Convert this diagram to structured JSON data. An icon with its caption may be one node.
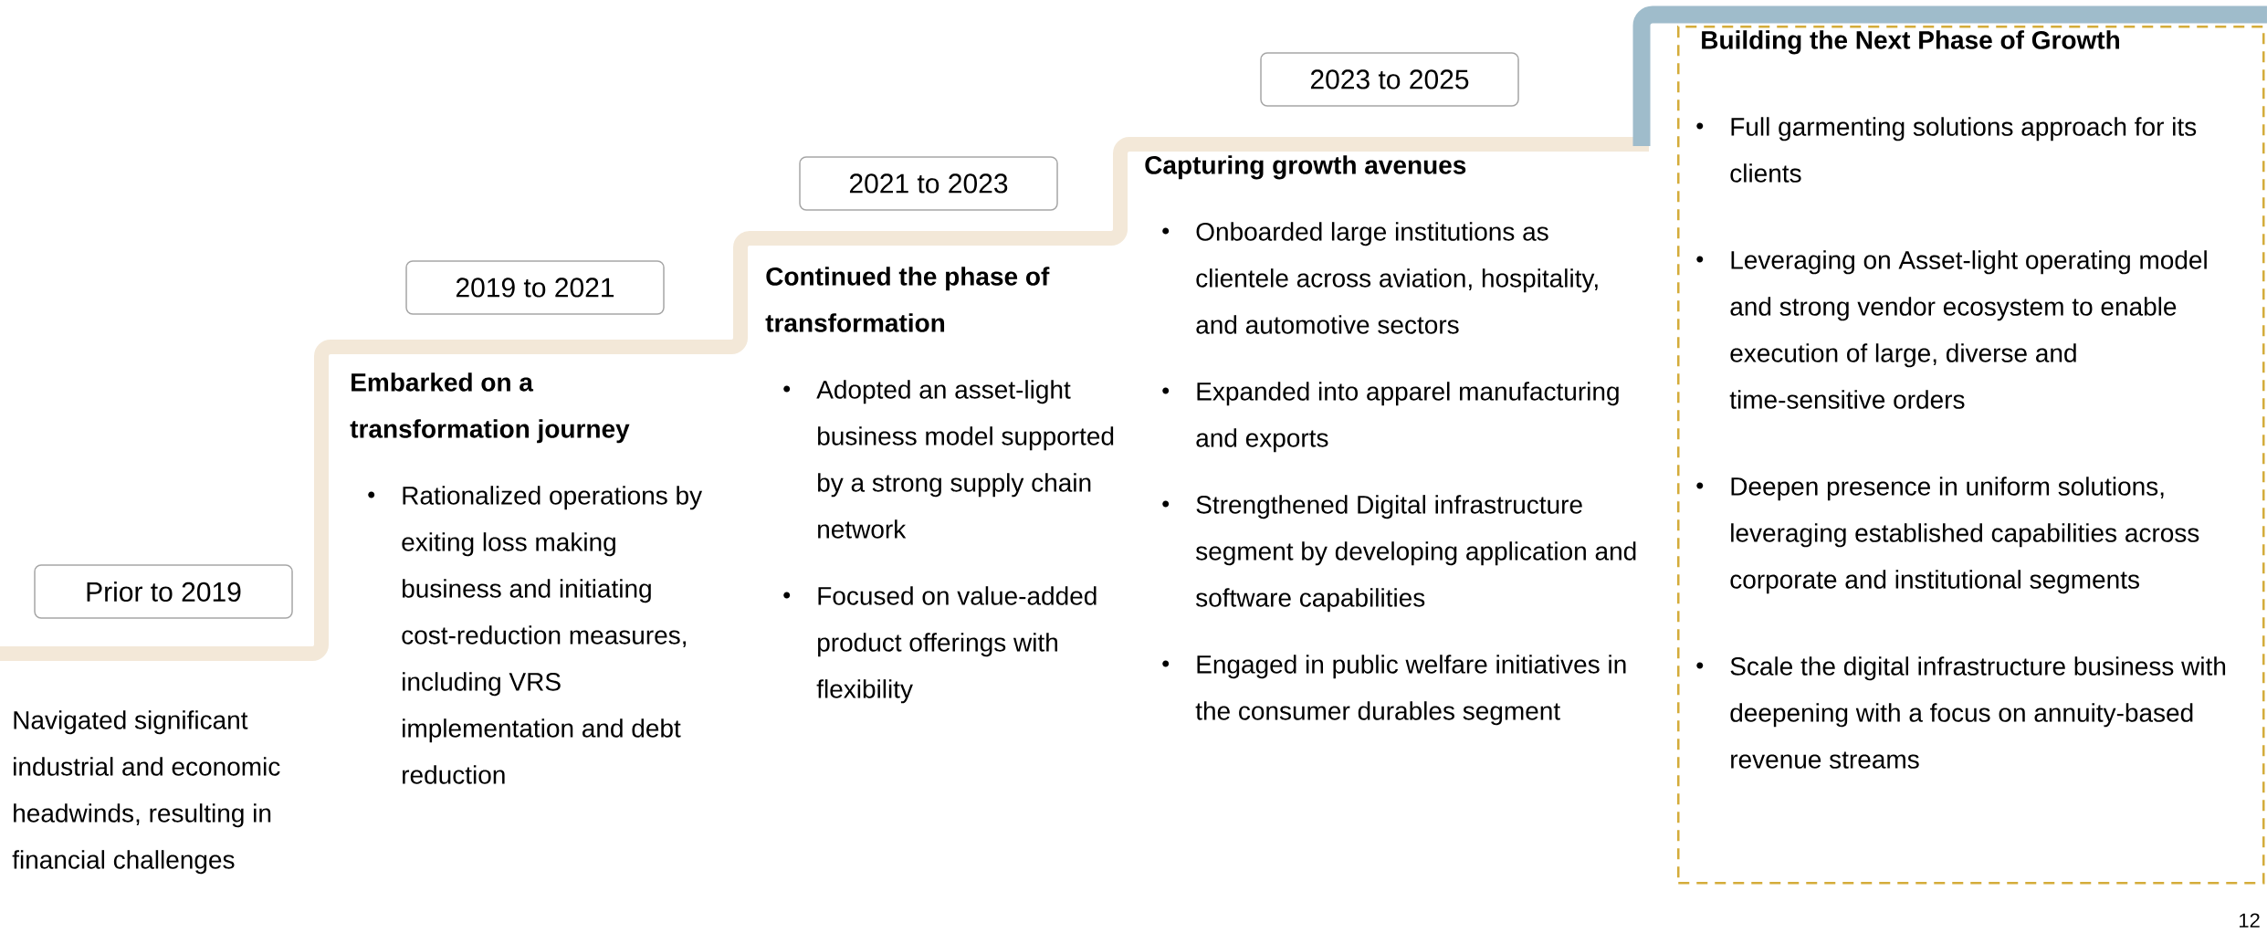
{
  "diagram": {
    "nodes": [
      {
        "text": [
          "Prior to 2019"
        ]
      },
      {
        "text": [
          "2019 to 2021"
        ]
      },
      {
        "text": [
          "2021 to 2023"
        ]
      },
      {
        "text": [
          "2023 to 2025"
        ]
      },
      {
        "text": [
          "Building the Next Phase of Growth",
          "Full garmenting solutions approach for its clients",
          "Leveraging on Asset-light operating model and strong vendor ecosystem to enable execution of large, diverse and time-sensitive orders",
          "Deepen presence in uniform solutions, leveraging established capabilities across corporate and institutional segments",
          "Scale the digital infrastructure business with deepening with a focus on annuity-based revenue streams"
        ]
      }
    ],
    "labels": [
      "Navigated significant industrial and economic headwinds, resulting in financial challenges",
      "Embarked on a transformation journey",
      "Rationalized operations by exiting loss making business and initiating cost-reduction measures, including VRS implementation and debt reduction",
      "Continued the phase of transformation",
      "Adopted an asset-light business model supported by a strong supply chain network",
      "Focused on value-added product offerings with flexibility",
      "Capturing growth avenues",
      "Onboarded large institutions as clientele across aviation, hospitality, and automotive sectors",
      "Expanded into apparel manufacturing and exports",
      "Strengthened Digital infrastructure segment by developing application and software capabilities",
      "Engaged in public welfare initiatives in the consumer durables segment",
      "12"
    ]
  }
}
